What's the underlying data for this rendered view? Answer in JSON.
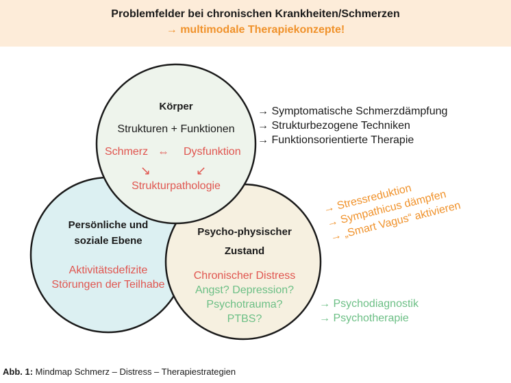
{
  "header": {
    "title": "Problemfelder bei chronischen Krankheiten/Schmerzen",
    "subtitle": "→ multimodale Therapiekonzepte!"
  },
  "circles": {
    "koerper": {
      "title": "Körper",
      "subtitle": "Strukturen + Funktionen",
      "left_term": "Schmerz",
      "right_term": "Dysfunktion",
      "bottom_term": "Strukturpathologie",
      "fill": "#eef4ec"
    },
    "sozial": {
      "title_line1": "Persönliche und",
      "title_line2": "soziale Ebene",
      "line1": "Aktivitätsdefizite",
      "line2": "Störungen der Teilhabe",
      "fill": "#dcf0f2"
    },
    "psycho": {
      "title_line1": "Psycho-physischer",
      "title_line2": "Zustand",
      "red_line": "Chronischer Distress",
      "green_line1": "Angst? Depression?",
      "green_line2": "Psychotrauma?",
      "green_line3": "PTBS?",
      "fill": "#f6f0e0"
    }
  },
  "arrows_symbols": {
    "double": "⇔",
    "down_right": "↘",
    "down_left": "↙"
  },
  "strategies": {
    "koerper": [
      "→ Symptomatische Schmerzdämpfung",
      "→ Strukturbezogene Techniken",
      "→ Funktionsorientierte Therapie"
    ],
    "stress": [
      "→ Stressreduktion",
      "→ Sympathicus dämpfen",
      "→ „Smart Vagus“ aktivieren"
    ],
    "psycho": [
      "→ Psychodiagnostik",
      "→ Psychotherapie"
    ]
  },
  "caption": {
    "label": "Abb. 1:",
    "text": " Mindmap Schmerz – Distress – Therapiestrategien"
  },
  "colors": {
    "accent_orange": "#f0922b",
    "header_bg": "#fdecd9",
    "red": "#e0554f",
    "green": "#6cbf85"
  }
}
